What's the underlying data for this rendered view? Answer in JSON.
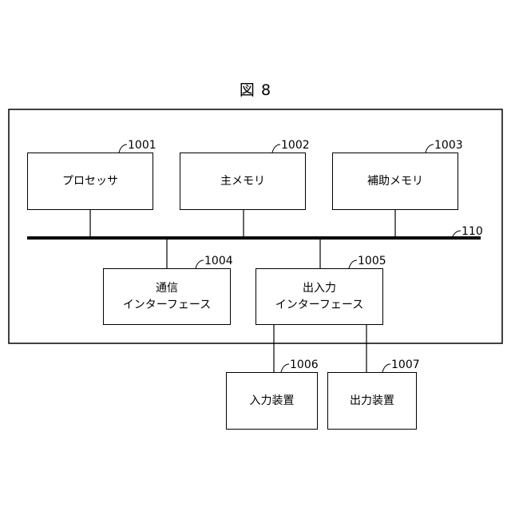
{
  "figure": {
    "title": "図 8"
  },
  "boxes": {
    "processor": {
      "label": "プロセッサ",
      "ref": "1001"
    },
    "main_memory": {
      "label": "主メモリ",
      "ref": "1002"
    },
    "aux_memory": {
      "label": "補助メモリ",
      "ref": "1003"
    },
    "comm_if": {
      "line1": "通信",
      "line2": "インターフェース",
      "ref": "1004"
    },
    "io_if": {
      "line1": "出入力",
      "line2": "インターフェース",
      "ref": "1005"
    },
    "input_device": {
      "label": "入力装置",
      "ref": "1006"
    },
    "output_device": {
      "label": "出力装置",
      "ref": "1007"
    }
  },
  "bus": {
    "ref": "110"
  }
}
